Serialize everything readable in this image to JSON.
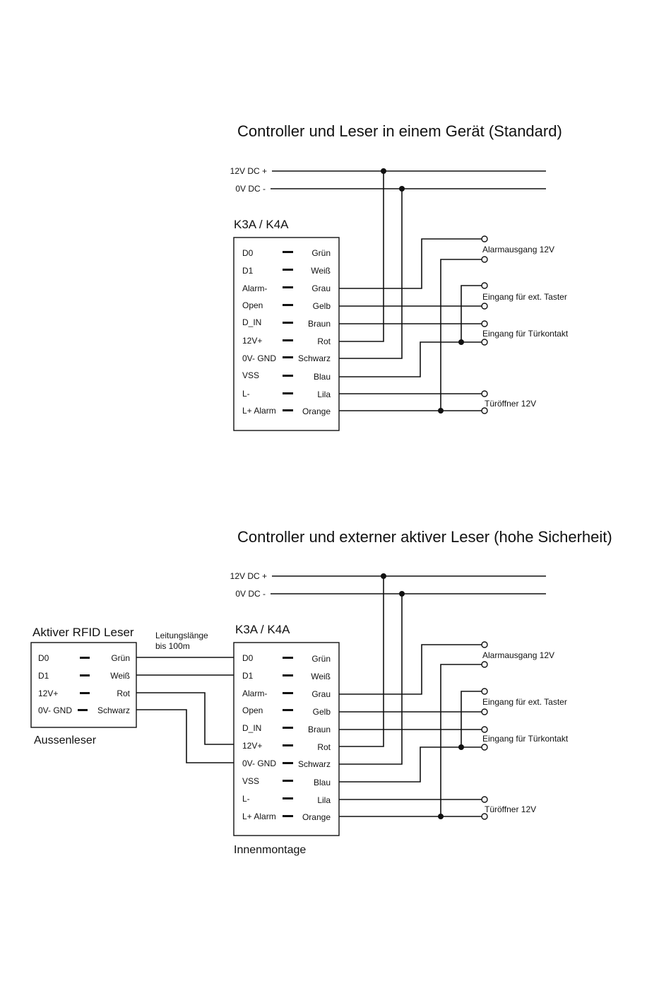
{
  "diagrams": [
    {
      "title": "Controller und Leser in einem Gerät (Standard)",
      "power": {
        "plus": "12V DC +",
        "minus": "0V DC -"
      },
      "controller": {
        "name": "K3A / K4A",
        "pins": [
          {
            "pin": "D0",
            "color": "Grün"
          },
          {
            "pin": "D1",
            "color": "Weiß"
          },
          {
            "pin": "Alarm-",
            "color": "Grau"
          },
          {
            "pin": "Open",
            "color": "Gelb"
          },
          {
            "pin": "D_IN",
            "color": "Braun"
          },
          {
            "pin": "12V+",
            "color": "Rot"
          },
          {
            "pin": "0V- GND",
            "color": "Schwarz"
          },
          {
            "pin": "VSS",
            "color": "Blau"
          },
          {
            "pin": "L-",
            "color": "Lila"
          },
          {
            "pin": "L+ Alarm",
            "color": "Orange"
          }
        ]
      },
      "outputs": [
        "Alarmausgang 12V",
        "Eingang für ext. Taster",
        "Eingang für Türkontakt",
        "Türöffner 12V"
      ]
    },
    {
      "title": "Controller und externer aktiver Leser (hohe Sicherheit)",
      "power": {
        "plus": "12V DC +",
        "minus": "0V DC -"
      },
      "reader": {
        "name": "Aktiver RFID Leser",
        "caption": "Aussenleser",
        "pins": [
          {
            "pin": "D0",
            "color": "Grün"
          },
          {
            "pin": "D1",
            "color": "Weiß"
          },
          {
            "pin": "12V+",
            "color": "Rot"
          },
          {
            "pin": "0V- GND",
            "color": "Schwarz"
          }
        ]
      },
      "cable_note": [
        "Leitungslänge",
        "bis 100m"
      ],
      "controller": {
        "name": "K3A / K4A",
        "caption": "Innenmontage",
        "pins": [
          {
            "pin": "D0",
            "color": "Grün"
          },
          {
            "pin": "D1",
            "color": "Weiß"
          },
          {
            "pin": "Alarm-",
            "color": "Grau"
          },
          {
            "pin": "Open",
            "color": "Gelb"
          },
          {
            "pin": "D_IN",
            "color": "Braun"
          },
          {
            "pin": "12V+",
            "color": "Rot"
          },
          {
            "pin": "0V- GND",
            "color": "Schwarz"
          },
          {
            "pin": "VSS",
            "color": "Blau"
          },
          {
            "pin": "L-",
            "color": "Lila"
          },
          {
            "pin": "L+ Alarm",
            "color": "Orange"
          }
        ]
      },
      "outputs": [
        "Alarmausgang 12V",
        "Eingang für ext. Taster",
        "Eingang für Türkontakt",
        "Türöffner 12V"
      ]
    }
  ]
}
